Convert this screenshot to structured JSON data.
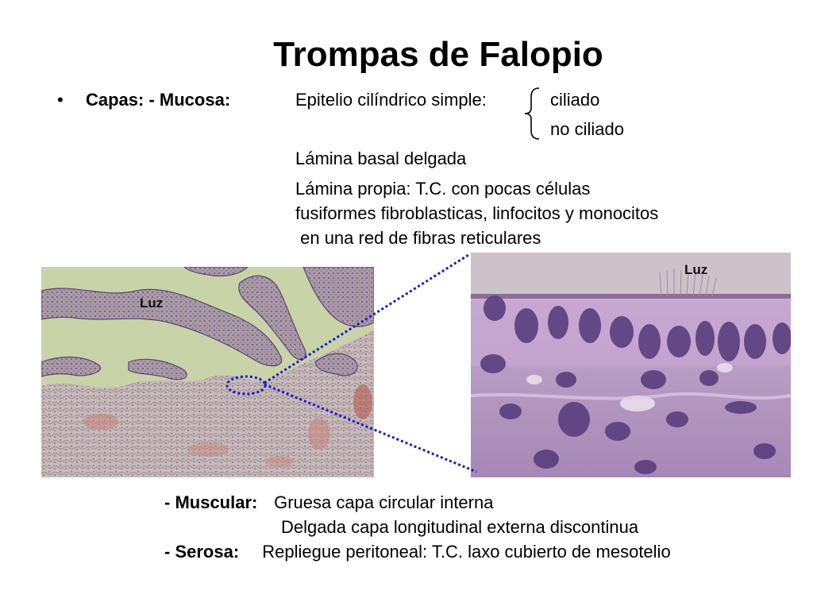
{
  "title": "Trompas de Falopio",
  "mucosa": {
    "bullet": "•",
    "layers_label": "Capas: - Mucosa:",
    "epithelium": "Epitelio cilíndrico simple:",
    "ciliated": "ciliado",
    "non_ciliated": "no ciliado",
    "basal_lamina": "Lámina basal delgada",
    "lamina_propria_line1": "Lámina propia: T.C. con pocas células",
    "lamina_propria_line2": "fusiformes  fibroblasticas, linfocitos y monocitos",
    "lamina_propria_line3": " en una red de fibras reticulares"
  },
  "images": {
    "left_label": "Luz",
    "right_label": "Luz"
  },
  "muscular": {
    "label": "- Muscular:",
    "line1": " Gruesa capa circular interna",
    "line2": "Delgada capa longitudinal externa discontinua"
  },
  "serosa": {
    "label": "- Serosa:",
    "text": "  Repliegue peritoneal: T.C. laxo cubierto de mesotelio"
  },
  "colors": {
    "connector": "#1a1acc",
    "low_mag_background": "#c9d3a8",
    "high_mag_background": "#b89bc4",
    "nucleus": "#5a3d7d"
  }
}
